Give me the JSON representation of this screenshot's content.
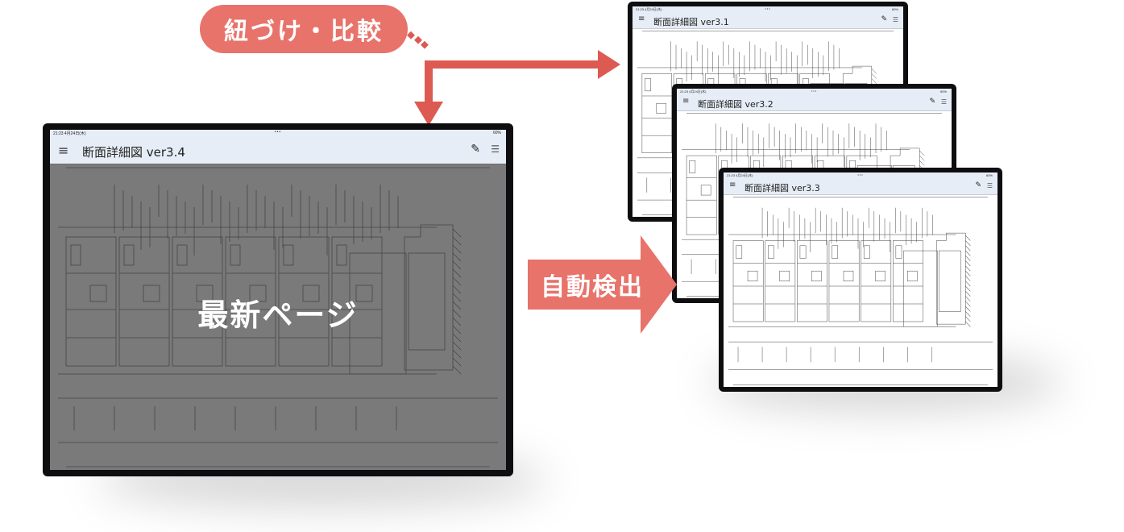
{
  "callouts": {
    "link_compare": "紐づけ・比較",
    "auto_detect": "自動検出",
    "latest_page": "最新ページ"
  },
  "main_tablet": {
    "status": {
      "time": "21:23  4月24日(木)",
      "dots": "•••",
      "battery": "60%"
    },
    "appbar": {
      "menu_icon": "≡",
      "title": "断面詳細図 ver3.4",
      "edit_icon": "✎",
      "list_icon": "☰"
    }
  },
  "version_tablets": [
    {
      "status": {
        "time": "21:23  4月24日(木)",
        "dots": "•••",
        "battery": "60%"
      },
      "appbar": {
        "menu_icon": "≡",
        "title": "断面詳細図 ver3.1",
        "edit_icon": "✎",
        "list_icon": "☰"
      }
    },
    {
      "status": {
        "time": "21:23  4月24日(木)",
        "dots": "•••",
        "battery": "60%"
      },
      "appbar": {
        "menu_icon": "≡",
        "title": "断面詳細図 ver3.2",
        "edit_icon": "✎",
        "list_icon": "☰"
      }
    },
    {
      "status": {
        "time": "21:23  4月24日(木)",
        "dots": "•••",
        "battery": "60%"
      },
      "appbar": {
        "menu_icon": "≡",
        "title": "断面詳細図 ver3.3",
        "edit_icon": "✎",
        "list_icon": "☰"
      }
    }
  ],
  "colors": {
    "accent": "#e8736b",
    "arrow": "#d9534f",
    "appbar": "#e6edf6",
    "bezel": "#0e0e10"
  }
}
